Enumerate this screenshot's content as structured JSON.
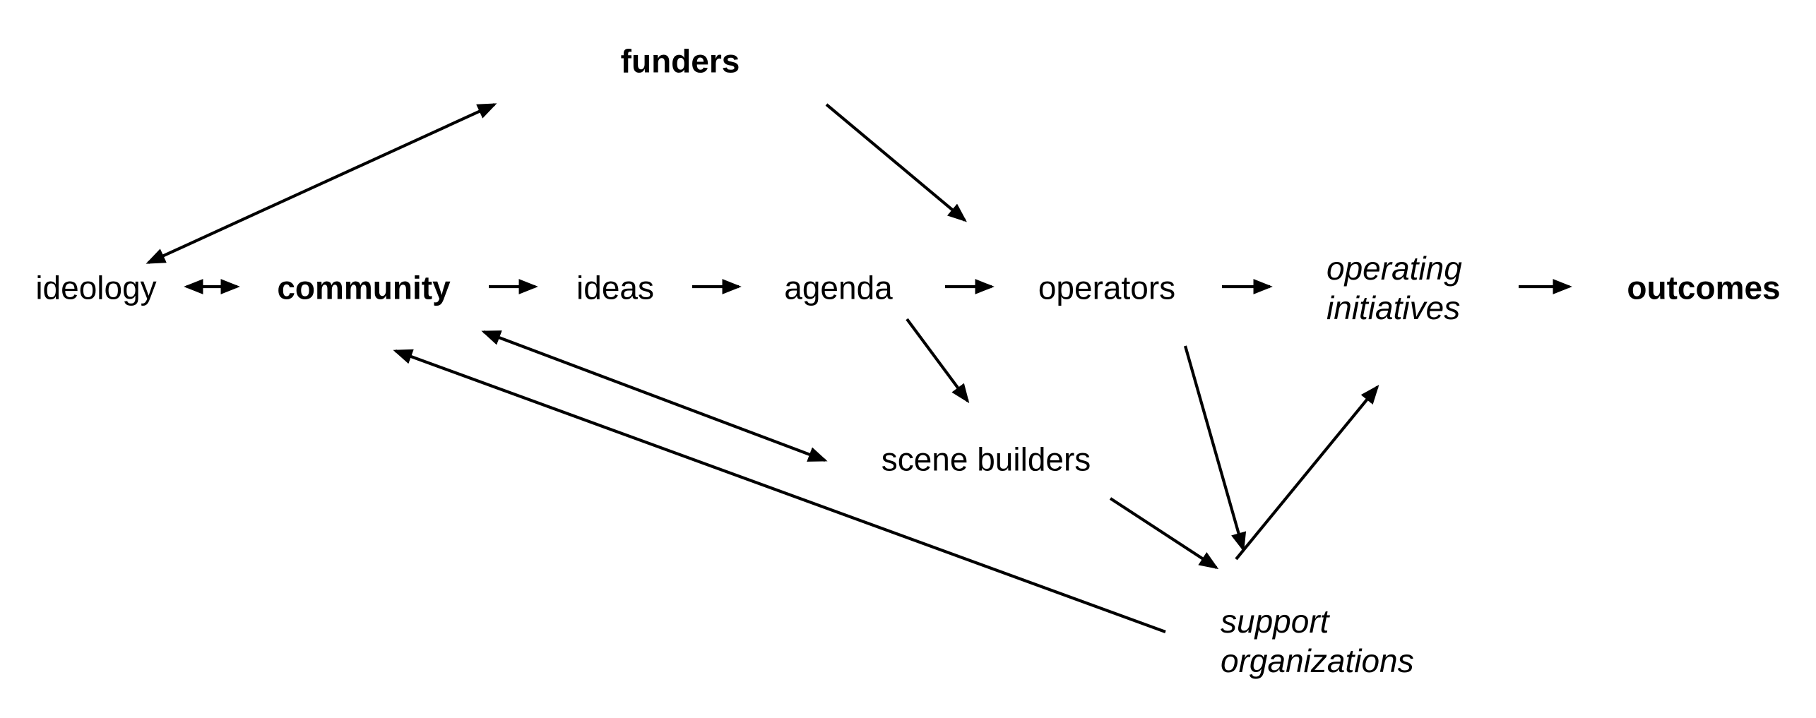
{
  "diagram": {
    "background_color": "#ffffff",
    "ink_color": "#000000",
    "nodes": {
      "funders": {
        "label": "funders",
        "emphasis": "bold"
      },
      "ideology": {
        "label": "ideology",
        "emphasis": "regular"
      },
      "community": {
        "label": "community",
        "emphasis": "bold"
      },
      "ideas": {
        "label": "ideas",
        "emphasis": "regular"
      },
      "agenda": {
        "label": "agenda",
        "emphasis": "regular"
      },
      "operators": {
        "label": "operators",
        "emphasis": "regular"
      },
      "operating_initiatives": {
        "line1": "operating",
        "line2": "initiatives",
        "emphasis": "italic"
      },
      "outcomes": {
        "label": "outcomes",
        "emphasis": "bold"
      },
      "scene_builders": {
        "label": "scene builders",
        "emphasis": "regular"
      },
      "support_organizations": {
        "line1": "support",
        "line2": "organizations",
        "emphasis": "italic"
      }
    },
    "edges": [
      {
        "from": "ideology",
        "to": "community",
        "direction": "both"
      },
      {
        "from": "community",
        "to": "funders",
        "direction": "both"
      },
      {
        "from": "funders",
        "to": "operators",
        "direction": "one-way"
      },
      {
        "from": "community",
        "to": "ideas",
        "direction": "one-way"
      },
      {
        "from": "ideas",
        "to": "agenda",
        "direction": "one-way"
      },
      {
        "from": "agenda",
        "to": "operators",
        "direction": "one-way"
      },
      {
        "from": "operators",
        "to": "operating_initiatives",
        "direction": "one-way"
      },
      {
        "from": "operating_initiatives",
        "to": "outcomes",
        "direction": "one-way"
      },
      {
        "from": "agenda",
        "to": "scene_builders",
        "direction": "one-way"
      },
      {
        "from": "community",
        "to": "scene_builders",
        "direction": "both"
      },
      {
        "from": "support_organizations",
        "to": "community",
        "direction": "one-way"
      },
      {
        "from": "scene_builders",
        "to": "support_organizations",
        "direction": "one-way"
      },
      {
        "from": "operators",
        "to": "support_organizations",
        "direction": "one-way"
      },
      {
        "from": "support_organizations",
        "to": "operating_initiatives",
        "direction": "one-way"
      }
    ]
  }
}
